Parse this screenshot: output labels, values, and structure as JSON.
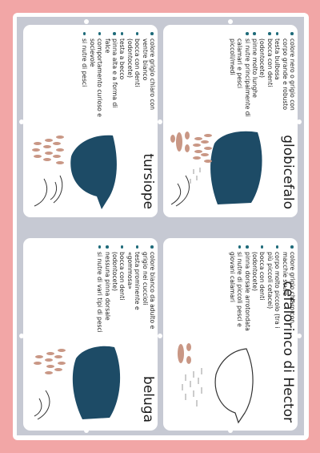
{
  "colors": {
    "frame": "#f2a6a6",
    "grid": "#c6c9d3",
    "bullet": "#1f6b7a",
    "silhouette": "#1d4b66",
    "prey": "#c99785"
  },
  "cards": [
    {
      "title": "globicefalo",
      "icons": [
        "whale-silhouette-icon",
        "squid-icon",
        "fish-school-icon",
        "fin-sketch-icon"
      ],
      "facts": [
        "colore nero o grigio con corpo grande e robusto",
        "testa bulbosa",
        "bocca con denti (odontocete)",
        "pinne molto lunghe",
        "si nutre principalmente di calamari e pesci piccoli/medi"
      ]
    },
    {
      "title": "tursiope",
      "icons": [
        "dolphin-silhouette-icon",
        "fish-school-icon",
        "fin-sketch-icon",
        "tail-sketch-icon"
      ],
      "facts": [
        "colore grigio chiaro con ventre bianco",
        "bocca con denti (odontocete)",
        "testa a becco",
        "pinna alta e a forma di falce",
        "comportamento curioso e socievole",
        "si nutre di pesci"
      ]
    },
    {
      "title": "cefalorinco di Hector",
      "icons": [
        "dolphin-sketch-icon",
        "squid-icon",
        "fish-school-icon"
      ],
      "facts": [
        "colore grigio chiaro con macchie scure",
        "corpo molto piccolo (tra i più piccoli cetacei)",
        "bocca con denti (odontocete)",
        "pinna dorsale arrotondata",
        "si nutre di piccoli pesci e giovani calamari"
      ]
    },
    {
      "title": "beluga",
      "icons": [
        "beluga-silhouette-icon",
        "fish-school-icon",
        "fin-sketch-icon"
      ],
      "facts": [
        "colore bianco da adulto e grigio nei cuccioli",
        "testa prominente e «gommosa»",
        "bocca con denti (odontocete)",
        "nessuna pinna dorsale",
        "si nutre di vari tipi di pesci"
      ]
    }
  ]
}
